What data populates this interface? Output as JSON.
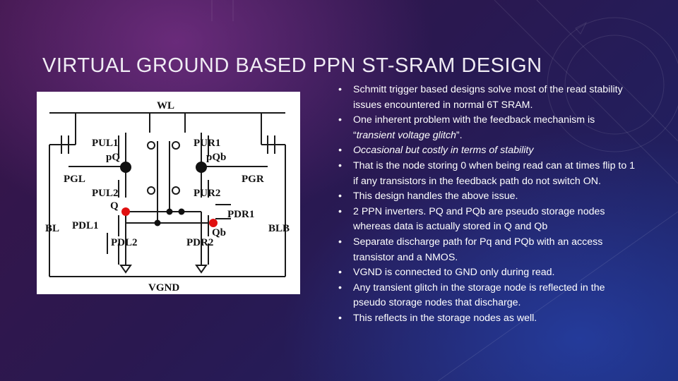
{
  "slide": {
    "title": "VIRTUAL GROUND BASED PPN ST-SRAM DESIGN"
  },
  "circuit": {
    "labels": {
      "wl": "WL",
      "pul1": "PUL1",
      "pur1": "PUR1",
      "pq": "pQ",
      "pqb": "pQb",
      "pgl": "PGL",
      "pgr": "PGR",
      "pul2": "PUL2",
      "pur2": "PUR2",
      "q": "Q",
      "pdr1": "PDR1",
      "bl": "BL",
      "pdl1": "PDL1",
      "qb": "Qb",
      "blb": "BLB",
      "pdl2": "PDL2",
      "pdr2": "PDR2",
      "vgnd": "VGND"
    },
    "colors": {
      "wire": "#1a1a1a",
      "node": "#111111",
      "highlight_node": "#e01010"
    }
  },
  "bullets": [
    {
      "text": "Schmitt trigger based designs solve most of the read stability issues encountered in normal 6T SRAM.",
      "italic": false
    },
    {
      "text": "One inherent problem with the feedback mechanism is “transient voltage glitch”.",
      "italic": false,
      "italic_part": "transient voltage glitch"
    },
    {
      "text": "Occasional but costly in terms of stability",
      "italic": true
    },
    {
      "text": "That is the node storing 0 when being read can at times flip to 1 if any transistors in the feedback path do not switch ON.",
      "italic": false
    },
    {
      "text": "This design handles the above issue.",
      "italic": false
    },
    {
      "text": "2 PPN inverters. PQ and PQb are pseudo storage nodes whereas data is actually stored in Q and Qb",
      "italic": false
    },
    {
      "text": "Separate discharge path for Pq and PQb with an access transistor and a NMOS.",
      "italic": false
    },
    {
      "text": "VGND is connected to GND only during read.",
      "italic": false
    },
    {
      "text": "Any transient glitch in the storage node is reflected in the pseudo storage nodes that discharge.",
      "italic": false
    },
    {
      "text": "This reflects in the storage nodes as well.",
      "italic": false
    }
  ]
}
